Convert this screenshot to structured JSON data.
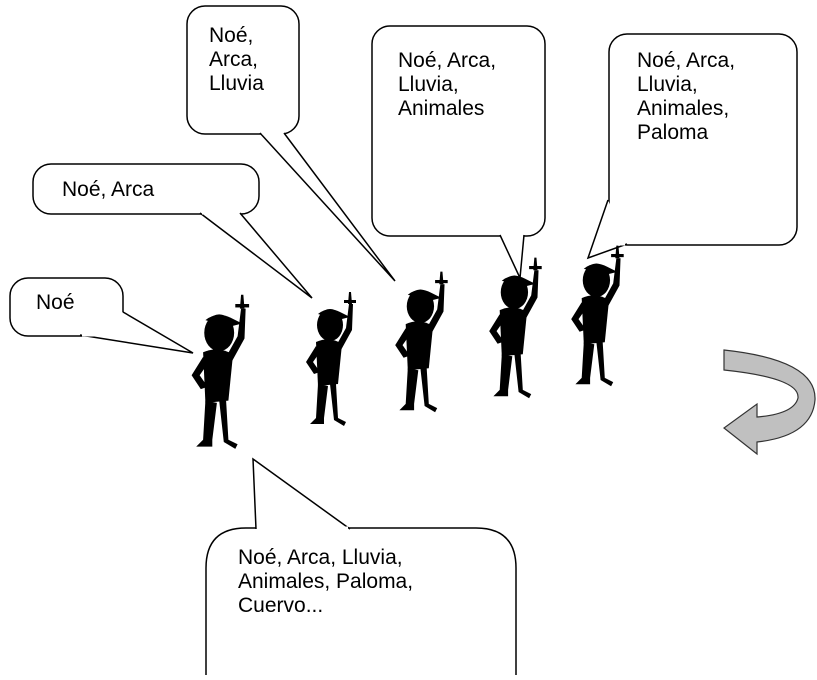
{
  "bubbles": [
    {
      "id": "b1",
      "text": "Noé"
    },
    {
      "id": "b2",
      "text": "Noé, Arca"
    },
    {
      "id": "b3",
      "text": "Noé,\nArca,\nLluvia"
    },
    {
      "id": "b4",
      "text": "Noé, Arca,\nLluvia,\nAnimales"
    },
    {
      "id": "b5",
      "text": "Noé, Arca,\nLluvia,\nAnimales,\nPaloma"
    },
    {
      "id": "b6",
      "text": "Noé, Arca, Lluvia,\nAnimales, Paloma,\nCuervo..."
    }
  ],
  "colors": {
    "figure": "#000000",
    "outline": "#000000",
    "arrow_fill": "#c0c0c0"
  },
  "icons": {
    "figure": "pointing-person-icon",
    "arrow": "curved-return-arrow-icon"
  }
}
